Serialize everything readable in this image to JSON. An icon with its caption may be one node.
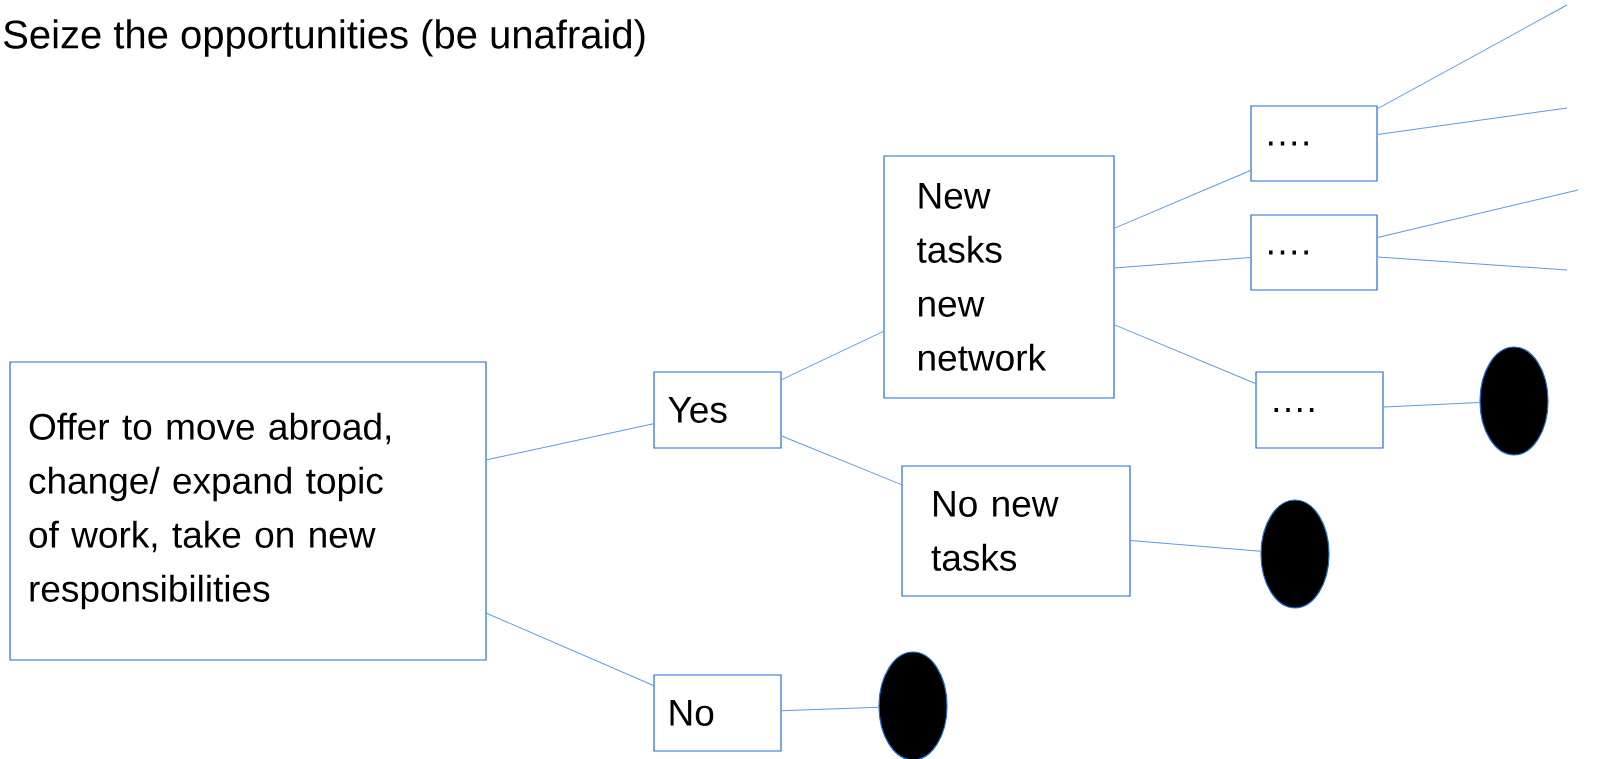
{
  "diagram": {
    "title": "Seize the opportunities (be unafraid)",
    "nodes": [
      {
        "text": [
          "Offer to move abroad, change/ expand topic of work, take on new responsibilities"
        ]
      },
      {
        "text": [
          "Yes"
        ]
      },
      {
        "text": [
          "No"
        ]
      },
      {
        "text": [
          "New tasks new network"
        ]
      },
      {
        "text": [
          "No new tasks"
        ]
      },
      {
        "text": [
          "…."
        ]
      },
      {
        "text": [
          "…."
        ]
      },
      {
        "text": [
          "…."
        ]
      },
      {
        "text": [],
        "shape": "ellipse"
      },
      {
        "text": [],
        "shape": "ellipse"
      },
      {
        "text": [],
        "shape": "ellipse"
      }
    ],
    "edges": [
      {
        "from": 0,
        "to": 1,
        "arrow": "none"
      },
      {
        "from": 0,
        "to": 2,
        "arrow": "none"
      },
      {
        "from": 1,
        "to": 3,
        "arrow": "none"
      },
      {
        "from": 1,
        "to": 4,
        "arrow": "none"
      },
      {
        "from": 2,
        "to": 8,
        "arrow": "none"
      },
      {
        "from": 3,
        "to": 5,
        "arrow": "none"
      },
      {
        "from": 3,
        "to": 6,
        "arrow": "none"
      },
      {
        "from": 3,
        "to": 7,
        "arrow": "none"
      },
      {
        "from": 4,
        "to": 9,
        "arrow": "none"
      },
      {
        "from": 7,
        "to": 10,
        "arrow": "none"
      },
      {
        "from": 5,
        "to": null,
        "arrow": "none"
      },
      {
        "from": 5,
        "to": null,
        "arrow": "none"
      },
      {
        "from": 6,
        "to": null,
        "arrow": "none"
      },
      {
        "from": 6,
        "to": null,
        "arrow": "none"
      }
    ]
  }
}
